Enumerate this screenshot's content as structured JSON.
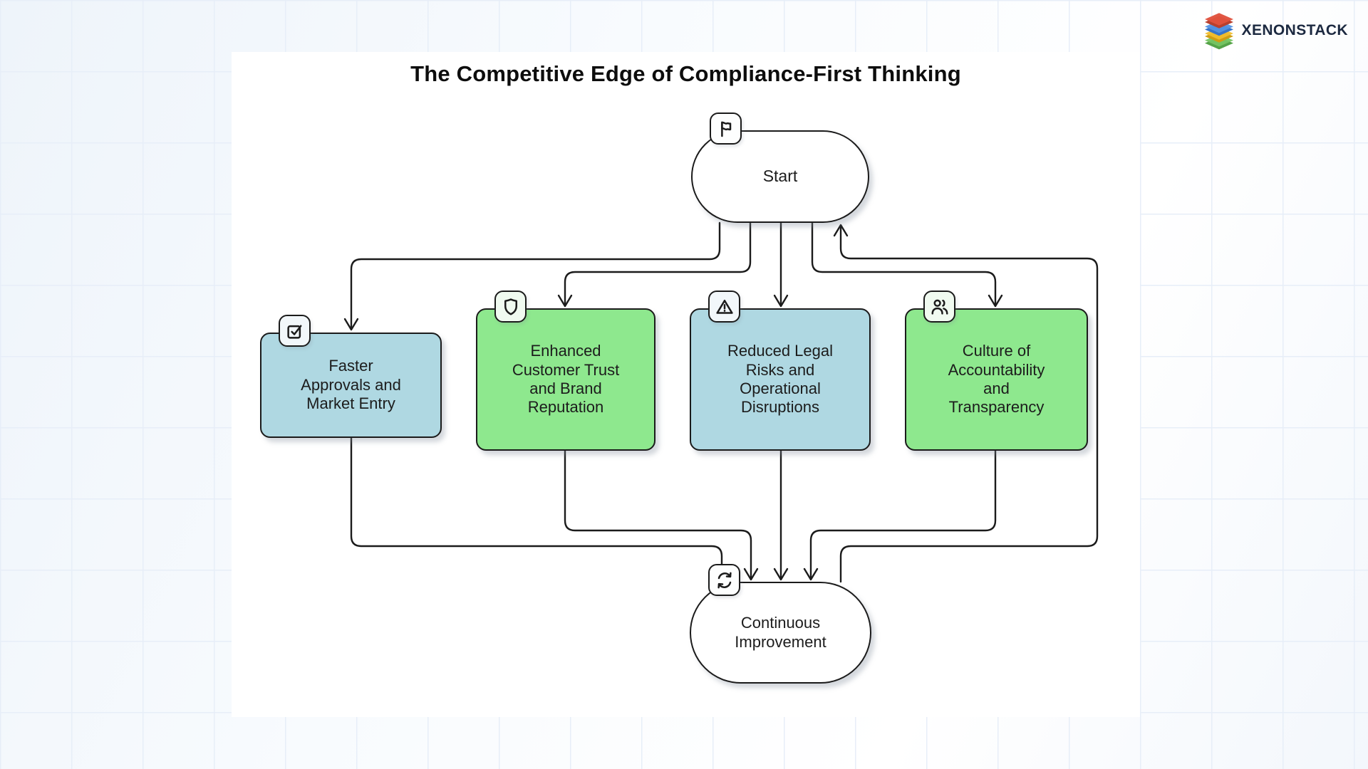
{
  "header": {
    "logo_text": "XENONSTACK",
    "logo_layer_colors": [
      "#e0523e",
      "#5292e4",
      "#f0bd2d",
      "#76c564"
    ]
  },
  "diagram": {
    "title": "The Competitive Edge of Compliance-First Thinking",
    "colors": {
      "box_blue": "#afd8e2",
      "box_green": "#8ee88e",
      "node_border": "#1b1b1b",
      "edge": "#1b1b1b",
      "canvas": "#ffffff"
    },
    "nodes": [
      {
        "id": "start",
        "label": "Start",
        "shape": "stadium",
        "icon": "flag-icon",
        "fill": "white"
      },
      {
        "id": "faster-approvals",
        "label": "Faster Approvals and Market Entry",
        "shape": "rect",
        "icon": "check-square-icon",
        "fill": "blue"
      },
      {
        "id": "customer-trust",
        "label": "Enhanced Customer Trust and Brand Reputation",
        "shape": "rect",
        "icon": "shield-icon",
        "fill": "green"
      },
      {
        "id": "legal-risks",
        "label": "Reduced Legal Risks and Operational Disruptions",
        "shape": "rect",
        "icon": "warning-triangle-icon",
        "fill": "blue"
      },
      {
        "id": "culture",
        "label": "Culture of Accountability and Transparency",
        "shape": "rect",
        "icon": "users-icon",
        "fill": "green"
      },
      {
        "id": "continuous-improvement",
        "label": "Continuous Improvement",
        "shape": "stadium",
        "icon": "refresh-icon",
        "fill": "white"
      }
    ],
    "edges": [
      {
        "from": "start",
        "to": "faster-approvals"
      },
      {
        "from": "start",
        "to": "customer-trust"
      },
      {
        "from": "start",
        "to": "legal-risks"
      },
      {
        "from": "start",
        "to": "culture"
      },
      {
        "from": "faster-approvals",
        "to": "continuous-improvement"
      },
      {
        "from": "customer-trust",
        "to": "continuous-improvement"
      },
      {
        "from": "legal-risks",
        "to": "continuous-improvement"
      },
      {
        "from": "culture",
        "to": "continuous-improvement"
      },
      {
        "from": "continuous-improvement",
        "to": "start"
      }
    ]
  }
}
